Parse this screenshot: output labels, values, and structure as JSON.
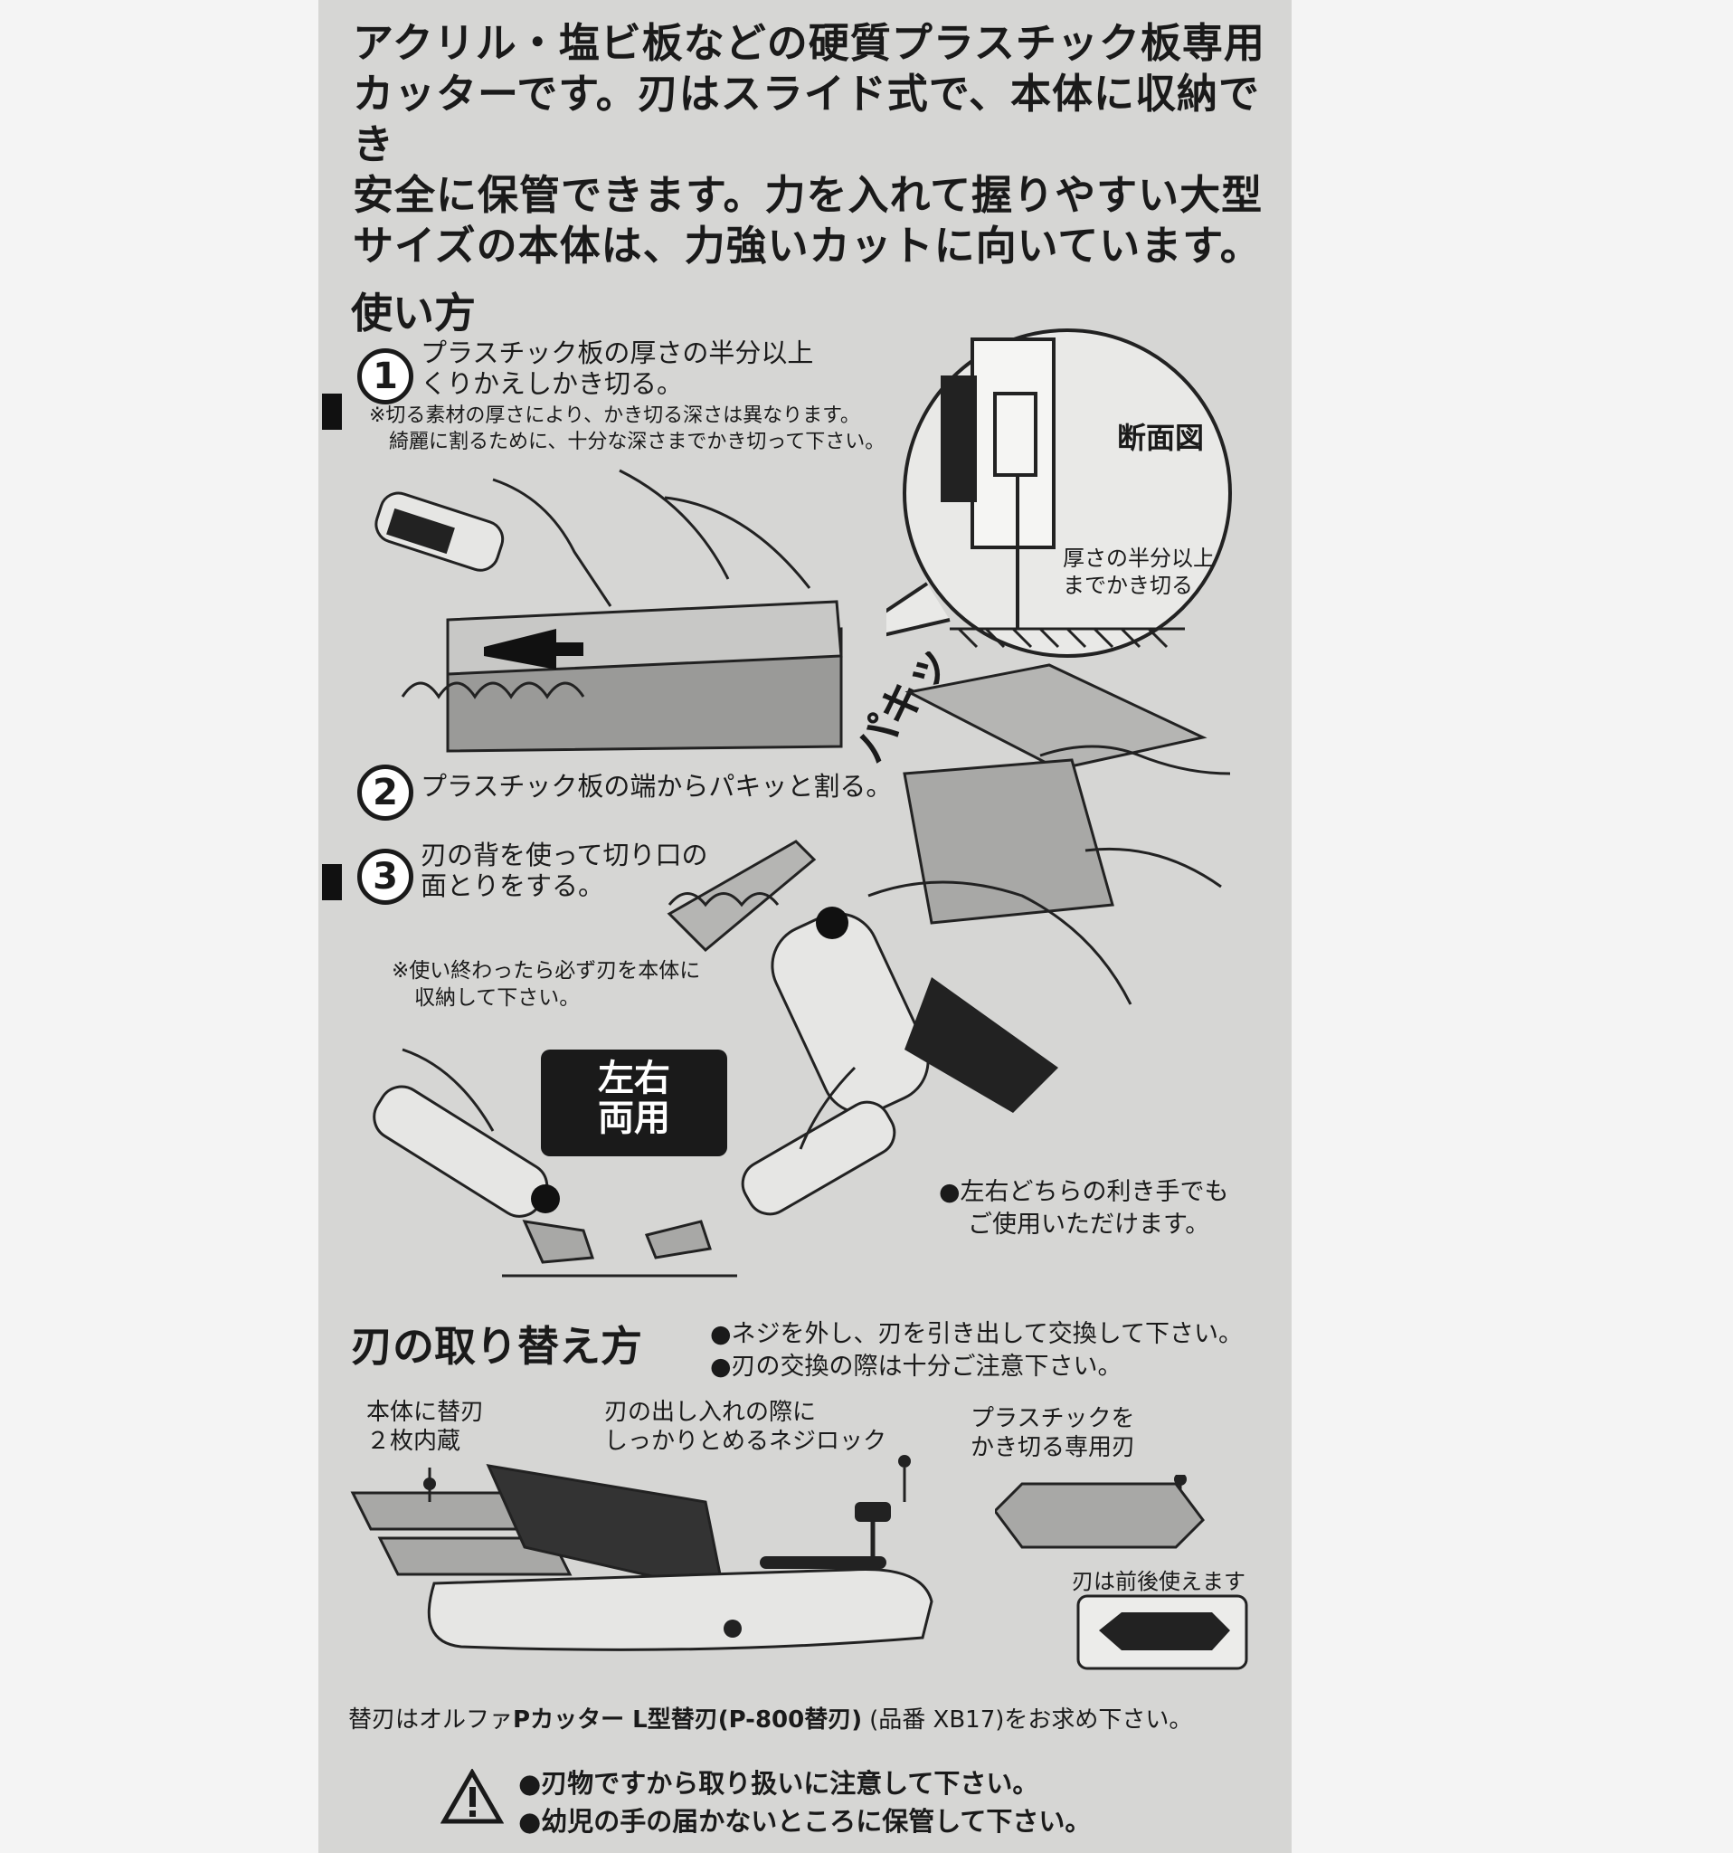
{
  "intro": [
    "アクリル・塩ビ板などの硬質プラスチック板専用",
    "カッターです。刃はスライド式で、本体に収納でき",
    "安全に保管できます。力を入れて握りやすい大型",
    "サイズの本体は、力強いカットに向いています。"
  ],
  "usage": {
    "heading": "使い方",
    "steps": [
      {
        "num": "1",
        "lines": [
          "プラスチック板の厚さの半分以上",
          "くりかえしかき切る。"
        ]
      },
      {
        "num": "2",
        "lines": [
          "プラスチック板の端からパキッと割る。"
        ]
      },
      {
        "num": "3",
        "lines": [
          "刃の背を使って切り口の",
          "面とりをする。"
        ]
      }
    ],
    "note1": [
      "※切る素材の厚さにより、かき切る深さは異なります。",
      "綺麗に割るために、十分な深さまでかき切って下さい。"
    ],
    "section_label": "断面図",
    "section_caption": [
      "厚さの半分以上",
      "までかき切る"
    ],
    "sound": "パキッ",
    "note2": [
      "※使い終わったら必ず刃を本体に",
      "収納して下さい。"
    ],
    "ambi_badge": [
      "左右",
      "両用"
    ],
    "ambi_text": [
      "●左右どちらの利き手でも",
      "ご使用いただけます。"
    ]
  },
  "replace": {
    "heading": "刃の取り替え方",
    "bullets": [
      "●ネジを外し、刃を引き出して交換して下さい。",
      "●刃の交換の際は十分ご注意下さい。"
    ],
    "label_spare": [
      "本体に替刃",
      "２枚内蔵"
    ],
    "label_screw": [
      "刃の出し入れの際に",
      "しっかりとめるネジロック"
    ],
    "label_blade": [
      "プラスチックを",
      "かき切る専用刃"
    ],
    "reversible": "刃は前後使えます",
    "refill": [
      "替刃はオルファ",
      "Pカッター L型替刃(P-800替刃)",
      "(品番 XB17)をお求め下さい。"
    ]
  },
  "warnings": [
    "●刃物ですから取り扱いに注意して下さい。",
    "●幼児の手の届かないところに保管して下さい。"
  ]
}
